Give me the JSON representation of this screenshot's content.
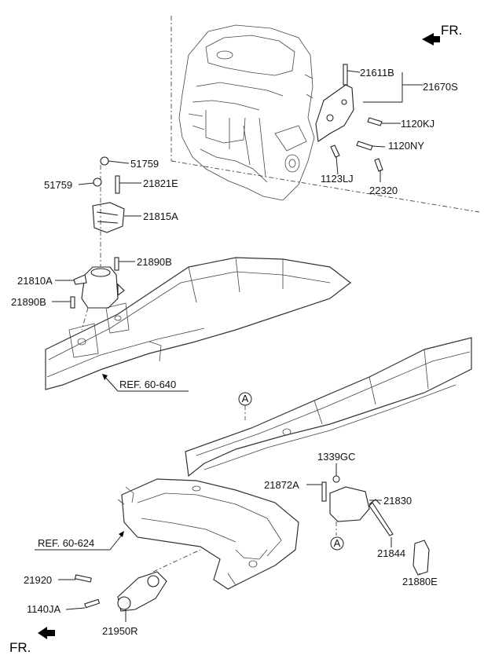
{
  "direction_labels": [
    "FR.",
    "FR."
  ],
  "parts": {
    "p21611B": "21611B",
    "p21670S": "21670S",
    "p1120KJ": "1120KJ",
    "p1120NY": "1120NY",
    "p1123LJ": "1123LJ",
    "p22320": "22320",
    "p51759a": "51759",
    "p51759b": "51759",
    "p21821E": "21821E",
    "p21815A": "21815A",
    "p21890Ba": "21890B",
    "p21810A": "21810A",
    "p21890Bb": "21890B",
    "p1339GC": "1339GC",
    "p21872A": "21872A",
    "p21830": "21830",
    "p21844": "21844",
    "p21880E": "21880E",
    "p21920": "21920",
    "p1140JA": "1140JA",
    "p21950R": "21950R"
  },
  "references": {
    "ref1": "REF. 60-640",
    "ref2": "REF. 60-624"
  },
  "markers": {
    "a1": "A",
    "a2": "A"
  }
}
